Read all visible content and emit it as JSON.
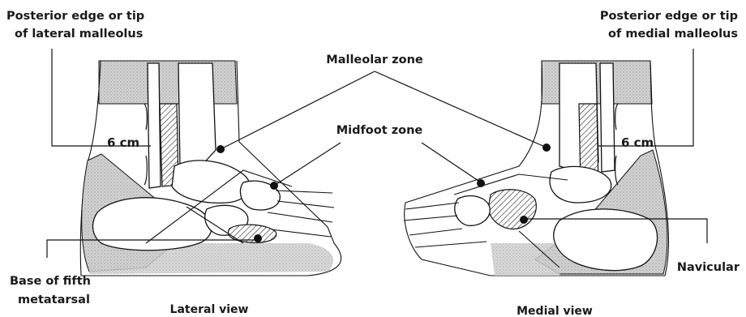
{
  "labels": {
    "post_lateral_1": "Posterior edge or tip",
    "post_lateral_2": "of lateral malleolus",
    "post_medial_1": "Posterior edge or tip",
    "post_medial_2": "of medial malleolus",
    "malleolar_zone": "Malleolar zone",
    "midfoot_zone": "Midfoot zone",
    "cm_left": "6 cm",
    "cm_right": "6 cm",
    "base_fifth_1": "Base of fifth",
    "base_fifth_2": "metatarsal",
    "navicular": "Navicular",
    "lateral_view": "Lateral view",
    "medial_view": "Medial view"
  },
  "colors": {
    "shade": "#cfcfcf",
    "shade_light": "#e4e4e4",
    "ink": "#111111"
  }
}
